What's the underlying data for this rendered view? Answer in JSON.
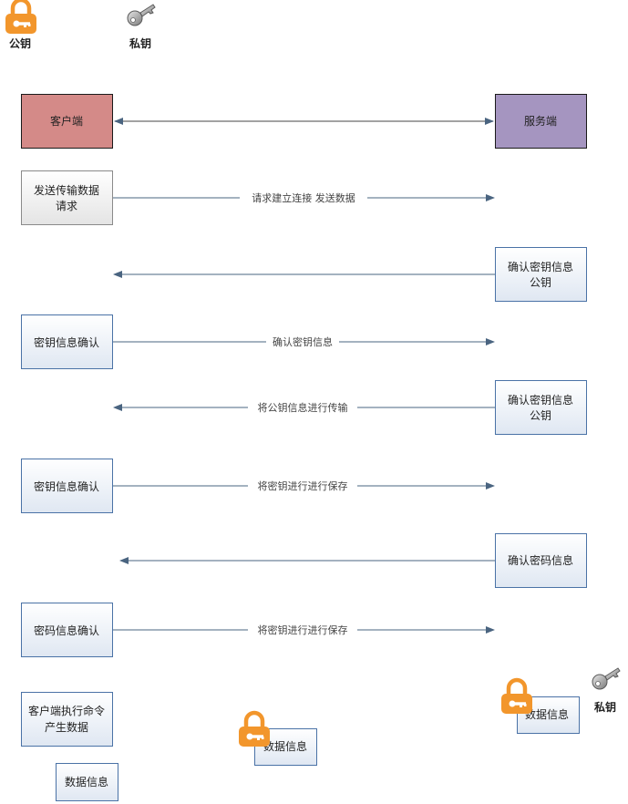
{
  "legend": {
    "public_key": "公钥",
    "private_key": "私钥"
  },
  "nodes": {
    "client": "客户端",
    "server": "服务端",
    "send_request": [
      "发送传输数据",
      "请求"
    ],
    "confirm_key_pub_1": [
      "确认密钥信息",
      "公钥"
    ],
    "key_confirm_1": "密钥信息确认",
    "confirm_key_pub_2": [
      "确认密钥信息",
      "公钥"
    ],
    "key_confirm_2": "密钥信息确认",
    "confirm_password": "确认密码信息",
    "password_confirm": "密码信息确认",
    "client_exec": [
      "客户端执行命令",
      "产生数据"
    ],
    "data_info_left": "数据信息",
    "data_info_mid": "数据信息",
    "data_info_right": "数据信息"
  },
  "edges": {
    "request_connect": "请求建立连接  发送数据",
    "confirm_key": "确认密钥信息",
    "transfer_pubkey": "将公钥信息进行传输",
    "save_key_1": "将密钥进行进行保存",
    "save_key_2": "将密钥进行进行保存"
  },
  "colors": {
    "client_fill": "#d48a88",
    "server_fill": "#a595c0",
    "box_stroke": "#4a72a6",
    "lock": "#f2962c",
    "arrow": "#4a6480"
  }
}
